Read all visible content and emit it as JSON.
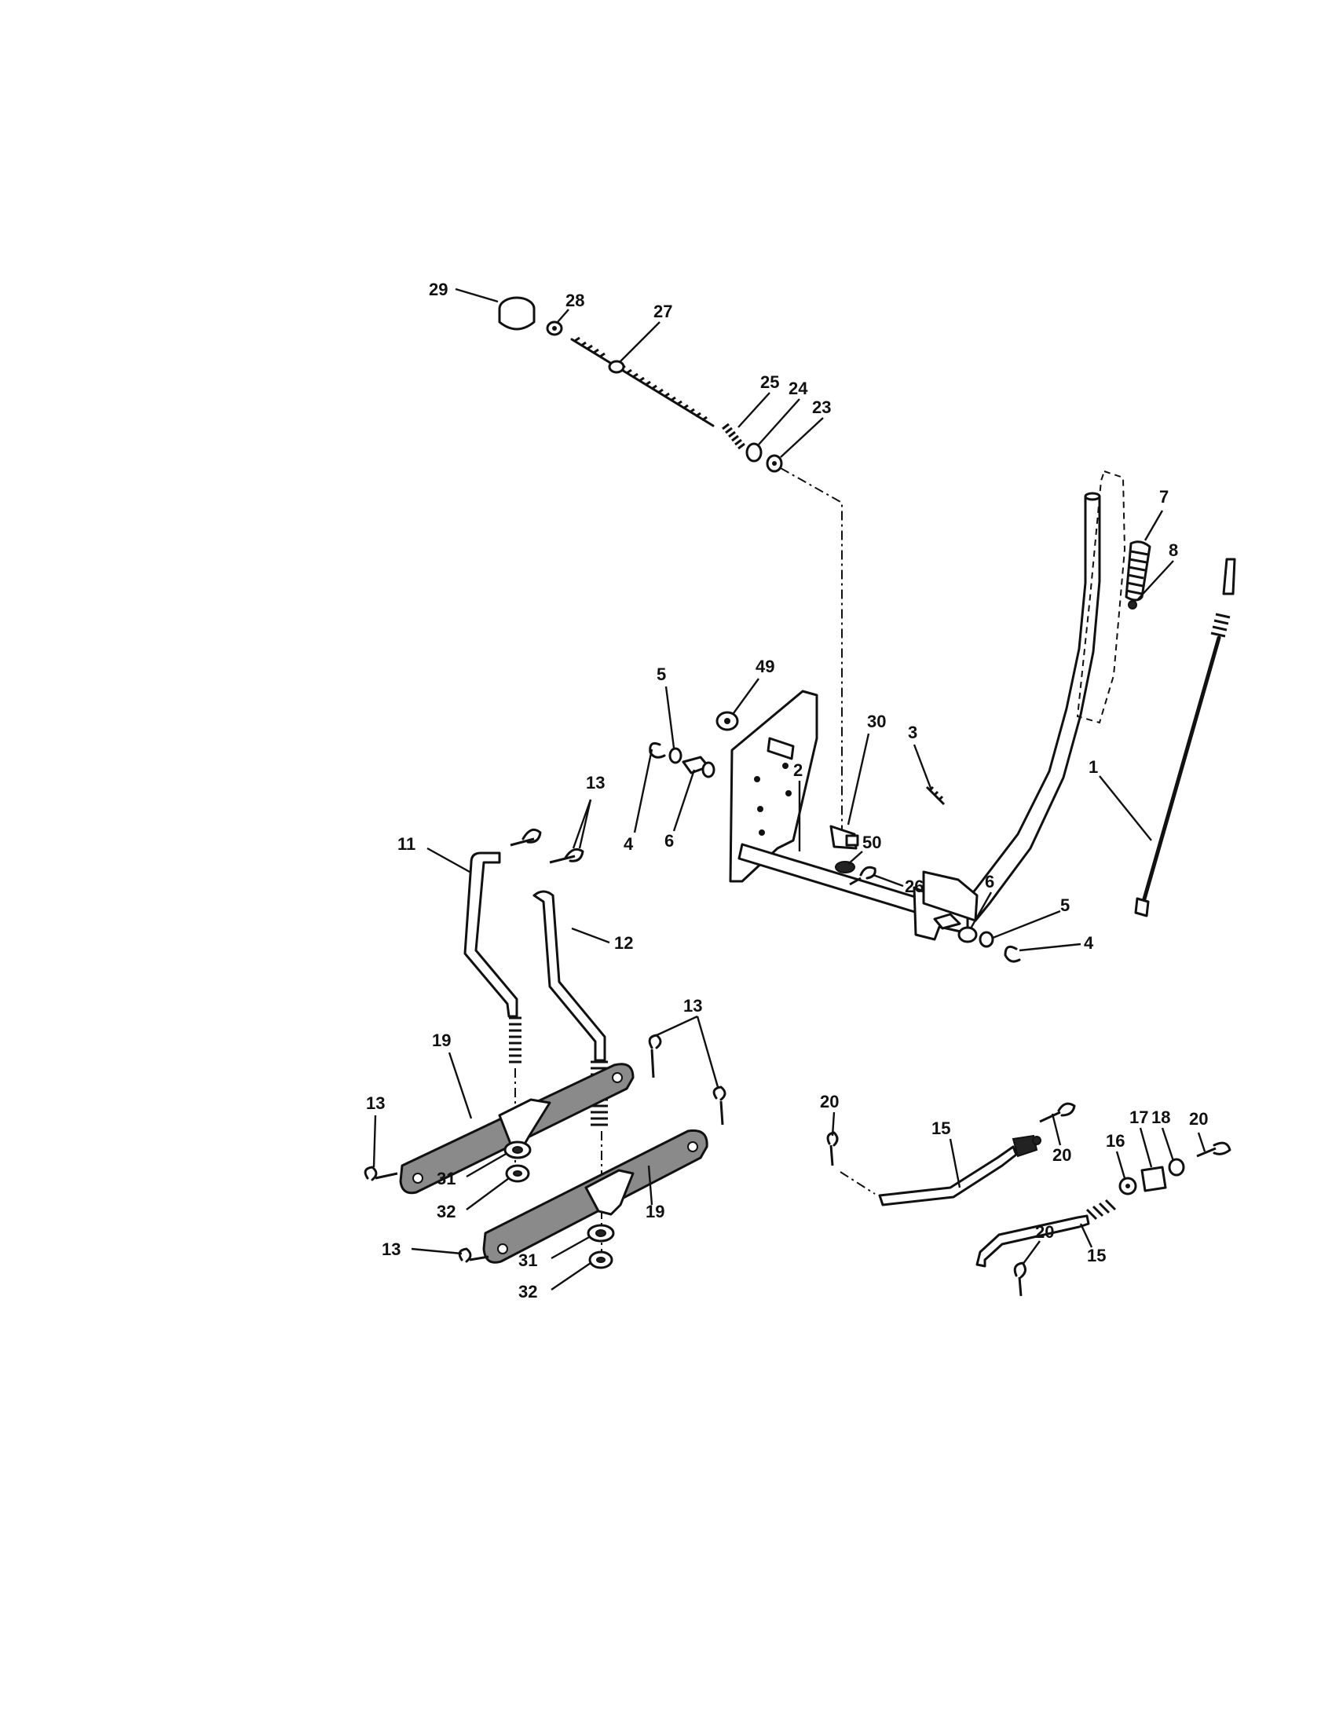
{
  "callouts": {
    "c1": "1",
    "c2": "2",
    "c3": "3",
    "c4a": "4",
    "c4b": "4",
    "c5a": "5",
    "c5b": "5",
    "c6a": "6",
    "c6b": "6",
    "c7": "7",
    "c8": "8",
    "c11": "11",
    "c12": "12",
    "c13a": "13",
    "c13b": "13",
    "c13c": "13",
    "c13d": "13",
    "c15a": "15",
    "c15b": "15",
    "c16": "16",
    "c17": "17",
    "c18": "18",
    "c19a": "19",
    "c19b": "19",
    "c20a": "20",
    "c20b": "20",
    "c20c": "20",
    "c20d": "20",
    "c23": "23",
    "c24": "24",
    "c25": "25",
    "c26": "26",
    "c27": "27",
    "c28": "28",
    "c29": "29",
    "c30": "30",
    "c31a": "31",
    "c31b": "31",
    "c32a": "32",
    "c32b": "32",
    "c49": "49",
    "c50": "50"
  }
}
